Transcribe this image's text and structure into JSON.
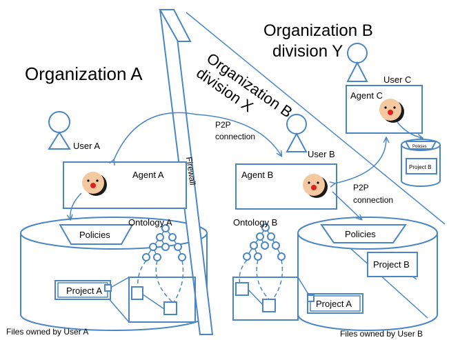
{
  "labels": {
    "org_a": "Organization A",
    "org_b_x_line1": "Organization B",
    "org_b_x_line2": "division X",
    "org_b_y_line1": "Organization B",
    "org_b_y_line2": "division Y",
    "user_a": "User A",
    "user_b": "User B",
    "user_c": "User C",
    "agent_a": "Agent A",
    "agent_b": "Agent B",
    "agent_c": "Agent C",
    "p2p_top_line1": "P2P",
    "p2p_top_line2": "connection",
    "p2p_right_line1": "P2P",
    "p2p_right_line2": "connection",
    "firewall": "Firewall",
    "policies_a": "Policies",
    "policies_b": "Policies",
    "policies_c": "Policies",
    "ontology_a": "Ontology A",
    "ontology_b": "Ontology B",
    "project_a_left": "Project A",
    "project_a_right": "Project A",
    "project_b_c": "Project B",
    "project_b_right": "Project B",
    "files_a": "Files owned by User A",
    "files_b": "Files owned by  User B"
  },
  "colors": {
    "line": "#4a86c5",
    "face": "#f5c9a0",
    "face_shadow": "#1a1a1a",
    "nose": "#e02020"
  }
}
